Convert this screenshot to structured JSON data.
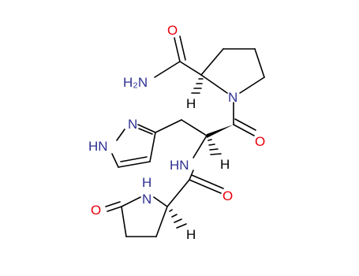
{
  "colors": {
    "bond": "#000000",
    "oxygen": "#e8000b",
    "nitrogen": "#2e3092",
    "hydrogen": "#000000"
  },
  "labels": {
    "o_amide": "O",
    "nh2_amide": "H₂N",
    "h_pro_alpha": "H",
    "n_pro": "N",
    "n_pyrazole": "N",
    "hn_pyrazole": "HN",
    "o_peptide1": "O",
    "hn_backbone": "HN",
    "h_alpha": "H",
    "h_pyro_n": "H",
    "n_pyro": "N",
    "o_peptide2": "O",
    "o_pyro": "O",
    "h_pyro_alpha": "H"
  }
}
